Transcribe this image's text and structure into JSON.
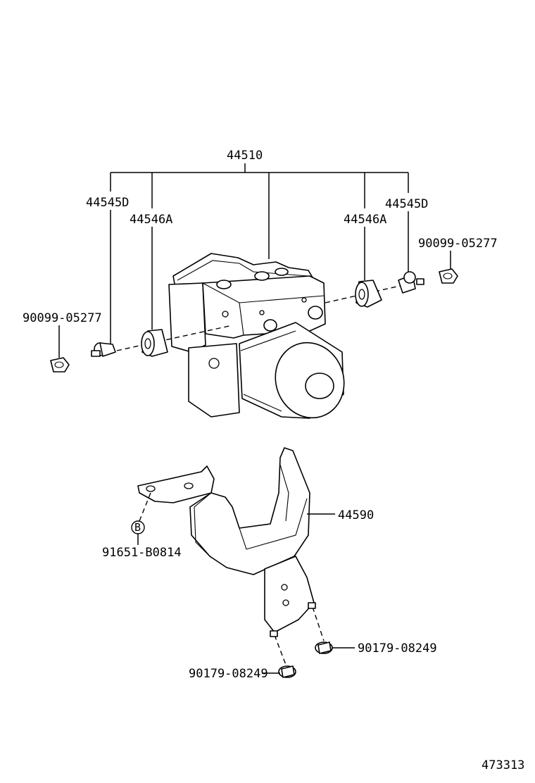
{
  "labels": {
    "assembly": "44510",
    "bracket_pin_left": "44545D",
    "bracket_pin_right": "44545D",
    "cushion_left": "44546A",
    "cushion_right": "44546A",
    "nut_left": "90099-05277",
    "nut_right": "90099-05277",
    "bracket": "44590",
    "grommet_ref": "B",
    "grommet": "91651-B0814",
    "bolt_lower_right": "90179-08249",
    "bolt_lower_left": "90179-08249",
    "illustration_number": "473313"
  }
}
